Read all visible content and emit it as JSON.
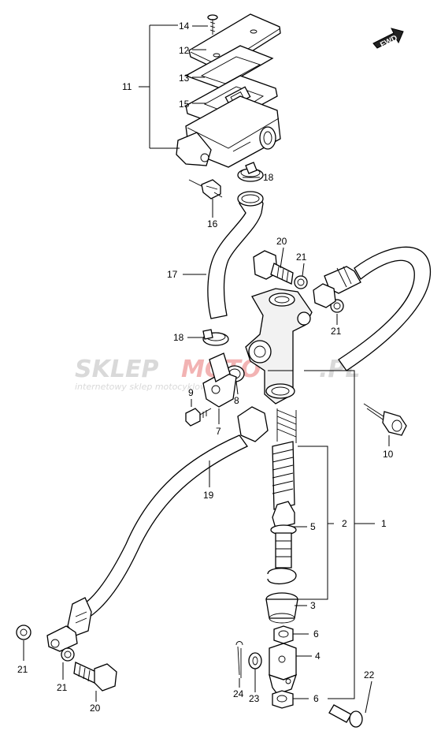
{
  "fwd_indicator": {
    "label": "FWD"
  },
  "watermark": {
    "brand_part1": "SKLEP",
    "brand_part2": "MOTO",
    "brand_part3": ".PL",
    "tagline": "internetowy sklep motocyklowy",
    "colors": {
      "primary": "#d9d9d9",
      "accent": "#f2b3b3"
    }
  },
  "part_labels": {
    "p1": "1",
    "p2": "2",
    "p3": "3",
    "p4": "4",
    "p5": "5",
    "p6a": "6",
    "p6b": "6",
    "p7": "7",
    "p8": "8",
    "p9": "9",
    "p10": "10",
    "p11": "11",
    "p12": "12",
    "p13": "13",
    "p14": "14",
    "p15": "15",
    "p16": "16",
    "p17": "17",
    "p18a": "18",
    "p18b": "18",
    "p19": "19",
    "p20a": "20",
    "p20b": "20",
    "p21a": "21",
    "p21b": "21",
    "p21c": "21",
    "p21d": "21",
    "p22": "22",
    "p23": "23",
    "p24": "24"
  }
}
